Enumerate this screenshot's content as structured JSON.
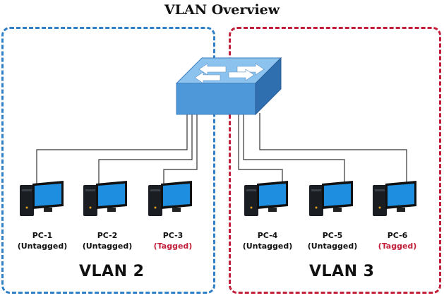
{
  "title": "VLAN Overview",
  "groups": [
    {
      "label": "VLAN 2",
      "border_color": "#2f80c7"
    },
    {
      "label": "VLAN 3",
      "border_color": "#c11f3a"
    }
  ],
  "pcs": [
    {
      "name": "PC-1",
      "mode": "(Untagged)"
    },
    {
      "name": "PC-2",
      "mode": "(Untagged)"
    },
    {
      "name": "PC-3",
      "mode": "(Tagged)"
    },
    {
      "name": "PC-4",
      "mode": "(Untagged)"
    },
    {
      "name": "PC-5",
      "mode": "(Untagged)"
    },
    {
      "name": "PC-6",
      "mode": "(Tagged)"
    }
  ],
  "colors": {
    "tagged_text": "#c11f3a",
    "switch_top": "#7fb8e8",
    "switch_front": "#4a93d6",
    "switch_side": "#2f6fb0"
  },
  "icons": {
    "switch": "network-switch-icon",
    "pc": "desktop-computer-icon"
  }
}
